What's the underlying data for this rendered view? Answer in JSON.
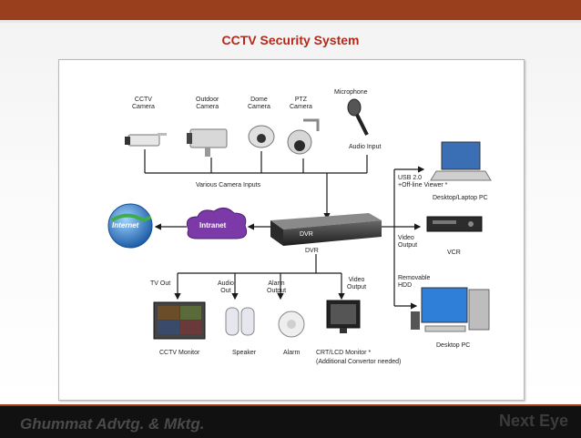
{
  "title": "CCTV Security System",
  "footer": {
    "left": "Ghummat Advtg. & Mktg.",
    "right": "Next Eye"
  },
  "devices": {
    "cctv_camera": "CCTV\nCamera",
    "outdoor_camera": "Outdoor\nCamera",
    "dome_camera": "Dome\nCamera",
    "ptz_camera": "PTZ\nCamera",
    "microphone": "Microphone",
    "audio_input": "Audio Input",
    "various_inputs": "Various Camera Inputs",
    "internet": "Internet",
    "intranet": "Intranet",
    "dvr_face": "DVR",
    "dvr_label": "DVR",
    "usb": "USB 2.0\n+Off-line Viewer *",
    "desktop_laptop": "Desktop/Laptop PC",
    "video_output_right": "Video\nOutput",
    "vcr": "VCR",
    "removable_hdd": "Removable\nHDD",
    "desktop_pc": "Desktop PC",
    "tv_out": "TV Out",
    "audio_out": "Audio\nOut",
    "alarm_output": "Alarm\nOutput",
    "video_output_bottom": "Video\nOutput",
    "cctv_monitor": "CCTV Monitor",
    "speaker": "Speaker",
    "alarm": "Alarm",
    "crt_monitor": "CRT/LCD Monitor *",
    "convertor_note": "(Additional Convertor needed)"
  },
  "colors": {
    "title": "#b22a1c",
    "bar": "#9a3f1e",
    "line": "#1a1a1a",
    "intranet": "#7c3aa8",
    "internet": "#1f6fb8"
  }
}
